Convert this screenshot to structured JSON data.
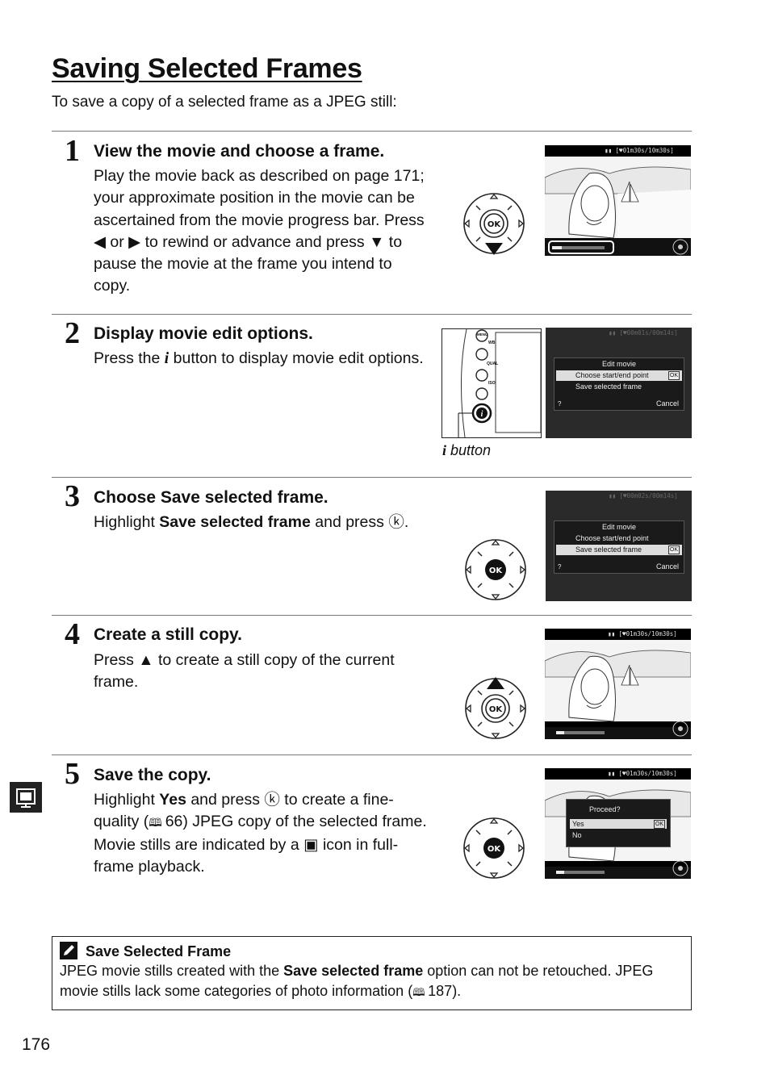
{
  "page": {
    "title": "Saving Selected Frames",
    "intro": "To save a copy of a selected frame as a JPEG still:",
    "page_number": "176"
  },
  "steps": [
    {
      "number": "1",
      "title": "View the movie and choose a frame.",
      "body": "Play the movie back as described on page 171; your approximate position in the movie can be ascertained from the movie progress bar.  Press ◀ or ▶ to rewind or advance and press ▼ to pause the movie at the frame you intend to copy.",
      "screen_top": "▮▮ [♥01m30s/10m30s]"
    },
    {
      "number": "2",
      "title": "Display movie edit options.",
      "body_pre": "Press the ",
      "body_sym": "i",
      "body_post": " button to display movie edit options.",
      "camera_caption_sym": "i",
      "camera_caption": " button",
      "camera_labels": [
        "MENU",
        "WB",
        "QUAL",
        "ISO"
      ],
      "screen_top": "▮▮ [♥00m01s/00m14s]",
      "menu": {
        "title": "Edit movie",
        "items": [
          "Choose start/end point",
          "Save selected frame"
        ],
        "ok": "OK",
        "help": "?",
        "cancel": "Cancel"
      }
    },
    {
      "number": "3",
      "title_pre": "Choose ",
      "title_bold": "Save selected frame.",
      "body_pre": "Highlight ",
      "body_bold": "Save selected frame",
      "body_post": " and press ⓚ.",
      "screen_top": "▮▮ [♥00m02s/00m14s]",
      "menu": {
        "title": "Edit movie",
        "items": [
          "Choose start/end point",
          "Save selected frame"
        ],
        "ok": "OK",
        "help": "?",
        "cancel": "Cancel"
      }
    },
    {
      "number": "4",
      "title": "Create a still copy.",
      "body": "Press ▲ to create a still copy of the current frame.",
      "screen_top": "▮▮ [♥01m30s/10m30s]"
    },
    {
      "number": "5",
      "title": "Save the copy.",
      "body_pre": "Highlight ",
      "body_bold": "Yes",
      "body_mid": " and press ⓚ to create a fine-quality (",
      "body_ref": "66",
      "body_post": ") JPEG copy of the selected frame.  Movie stills are indicated by a ▣ icon in full-frame playback.",
      "screen_top": "▮▮ [♥01m30s/10m30s]",
      "dialog": {
        "title": "Proceed?",
        "options": [
          "Yes",
          "No"
        ],
        "ok": "OK"
      }
    }
  ],
  "tip": {
    "title": "Save Selected Frame",
    "text_pre": "JPEG movie stills created with the ",
    "text_bold": "Save selected frame",
    "text_post": " option can not be retouched.  JPEG movie stills lack some categories of photo information (",
    "text_ref": "187",
    "text_end": ")."
  },
  "multiselector": {
    "ok_label": "OK"
  },
  "icons": [
    "multi-selector-icon",
    "down-arrow-highlight-icon",
    "up-arrow-highlight-icon",
    "book-reference-icon",
    "pencil-note-icon",
    "movie-chapter-tab-icon",
    "info-i-icon"
  ]
}
